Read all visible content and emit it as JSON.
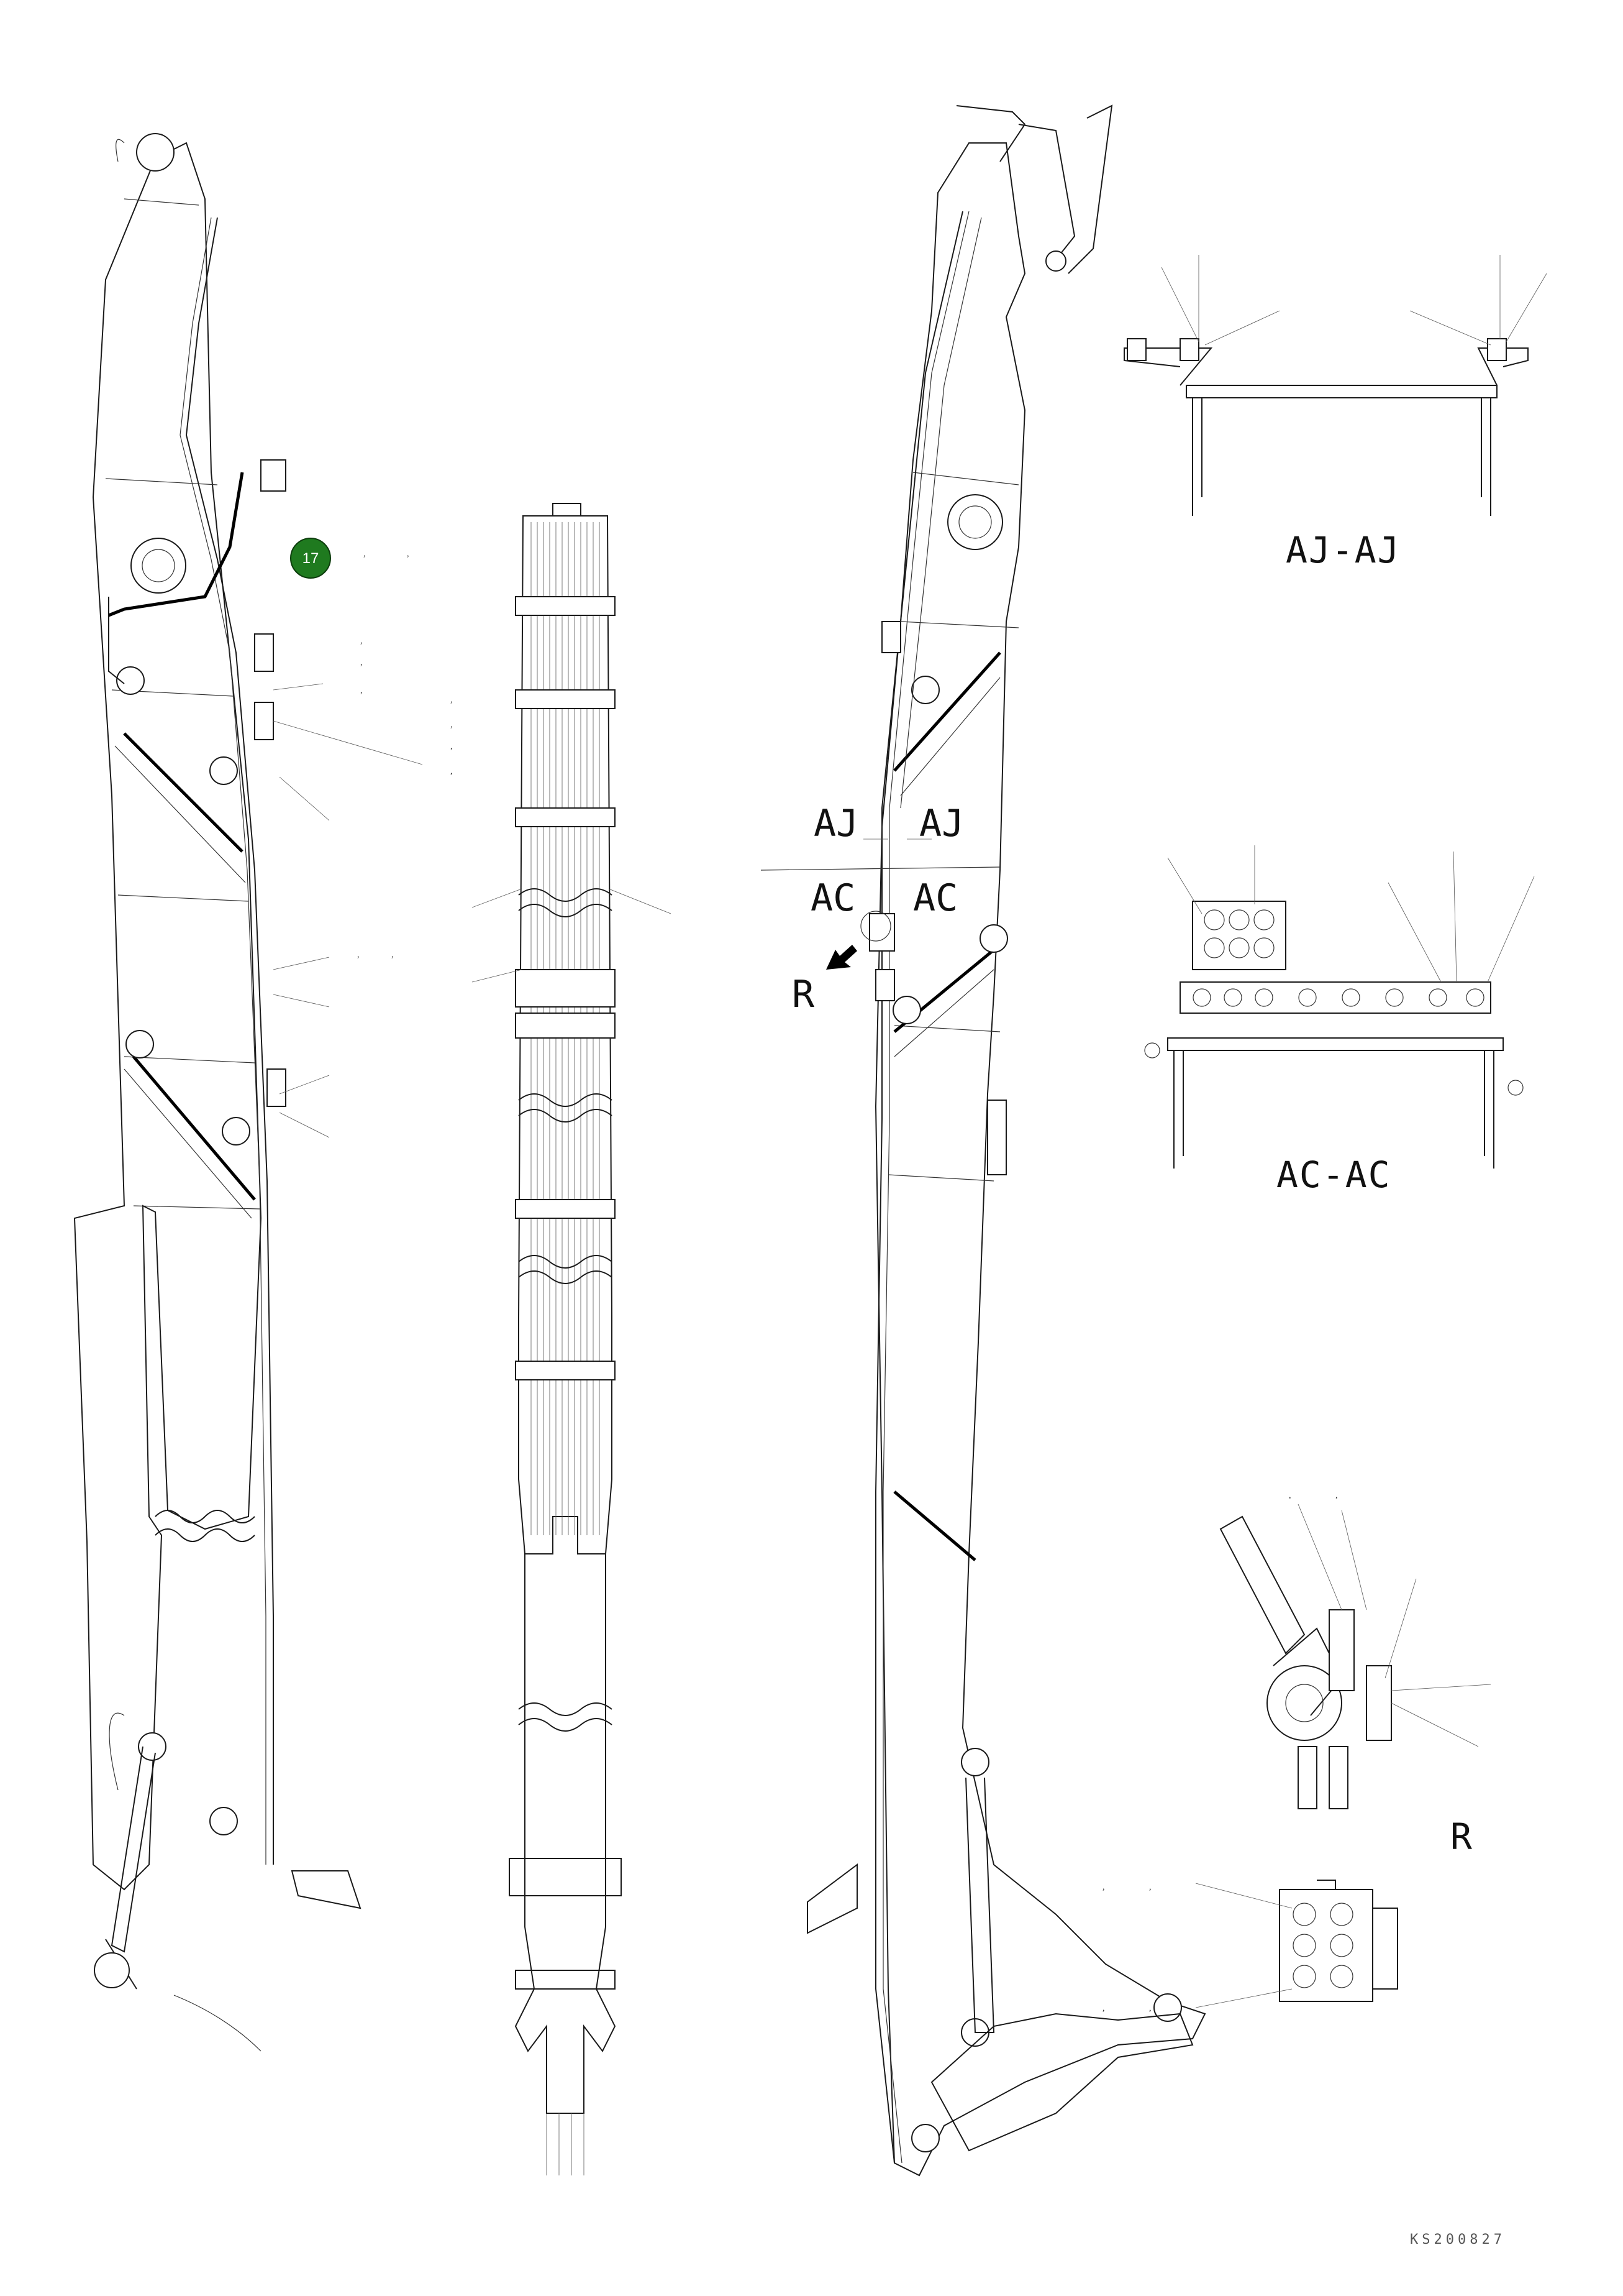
{
  "callout": {
    "number": "17",
    "color": "#1f7a1f"
  },
  "section_labels": {
    "aj_left": "AJ",
    "aj_right": "AJ",
    "ac_left": "AC",
    "ac_right": "AC",
    "r_view": "R"
  },
  "section_titles": {
    "aj": "AJ-AJ",
    "ac": "AC-AC",
    "r": "R"
  },
  "drawing_code": "KS200827"
}
